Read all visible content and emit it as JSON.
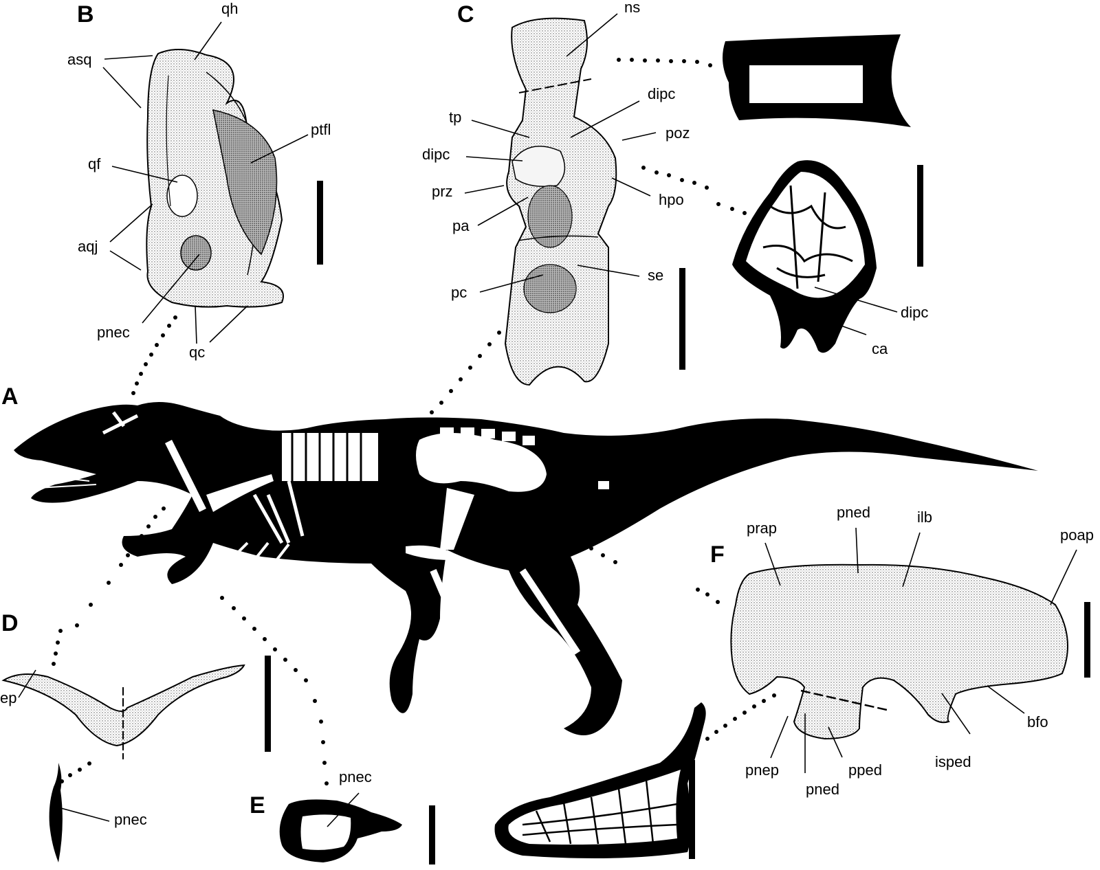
{
  "figure": {
    "panels": [
      {
        "id": "A",
        "description": "Skeletal silhouette of theropod in lateral view"
      },
      {
        "id": "B",
        "description": "Quadrate"
      },
      {
        "id": "C",
        "description": "Vertebra with cross sections"
      },
      {
        "id": "D",
        "description": "Bone (ep) with cross section"
      },
      {
        "id": "E",
        "description": "Rib cross section"
      },
      {
        "id": "F",
        "description": "Ilium with cross section"
      }
    ],
    "panel_letters": {
      "A": "A",
      "B": "B",
      "C": "C",
      "D": "D",
      "E": "E",
      "F": "F"
    },
    "labels": {
      "B": {
        "qh": "qh",
        "asq": "asq",
        "ptfl": "ptfl",
        "qf": "qf",
        "aqj": "aqj",
        "pnec": "pnec",
        "qc": "qc"
      },
      "C": {
        "ns": "ns",
        "dipc_upper": "dipc",
        "tp": "tp",
        "poz": "poz",
        "dipc_left": "dipc",
        "prz": "prz",
        "hpo": "hpo",
        "pa": "pa",
        "se": "se",
        "pc": "pc",
        "dipc_section": "dipc",
        "ca": "ca"
      },
      "D": {
        "ep": "ep",
        "pnec": "pnec"
      },
      "E": {
        "pnec": "pnec"
      },
      "F": {
        "prap": "prap",
        "pned_top": "pned",
        "ilb": "ilb",
        "poap": "poap",
        "bfo": "bfo",
        "isped": "isped",
        "pnep": "pnep",
        "pned_bottom": "pned",
        "pped": "pped"
      }
    },
    "colors": {
      "ink": "#000000",
      "paper": "#ffffff",
      "stipple": "#888888"
    }
  }
}
